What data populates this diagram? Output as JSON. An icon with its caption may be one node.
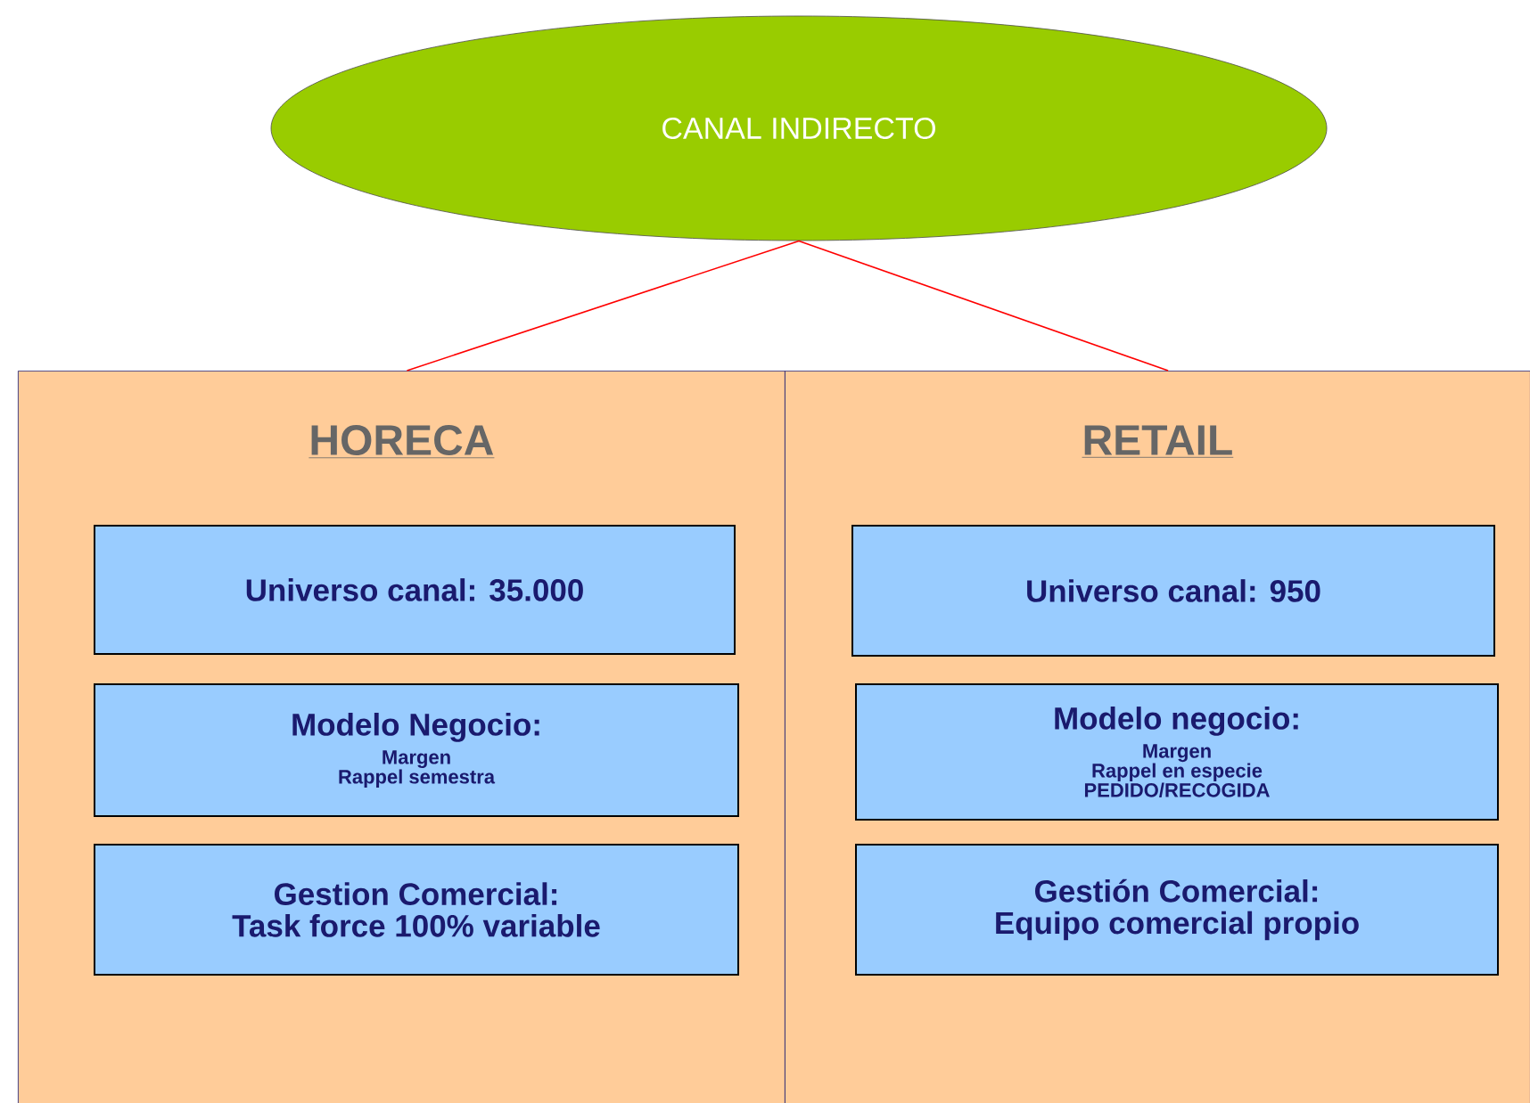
{
  "diagram": {
    "nodes": [
      {
        "text": [
          "CANAL INDIRECTO"
        ]
      },
      {
        "text": [
          "HORECA"
        ]
      },
      {
        "text": [
          "Universo canal: 35.000"
        ],
        "in": 1
      },
      {
        "text": [
          "Modelo Negocio:",
          "Margen",
          "Rappel semestra"
        ],
        "in": 1
      },
      {
        "text": [
          "Gestion Comercial:",
          "Task force 100% variable"
        ],
        "in": 1
      },
      {
        "text": [
          "RETAIL"
        ]
      },
      {
        "text": [
          "Universo canal: 950"
        ],
        "in": 5
      },
      {
        "text": [
          "Modelo negocio:",
          "Margen",
          "Rappel en especie",
          "PEDIDO/RECOGIDA"
        ],
        "in": 5
      },
      {
        "text": [
          "Gestión Comercial:",
          "Equipo comercial propio"
        ],
        "in": 5
      }
    ],
    "edges": [
      {
        "from": 0,
        "to": 1,
        "arrow": "none"
      },
      {
        "from": 0,
        "to": 5,
        "arrow": "none"
      }
    ]
  }
}
